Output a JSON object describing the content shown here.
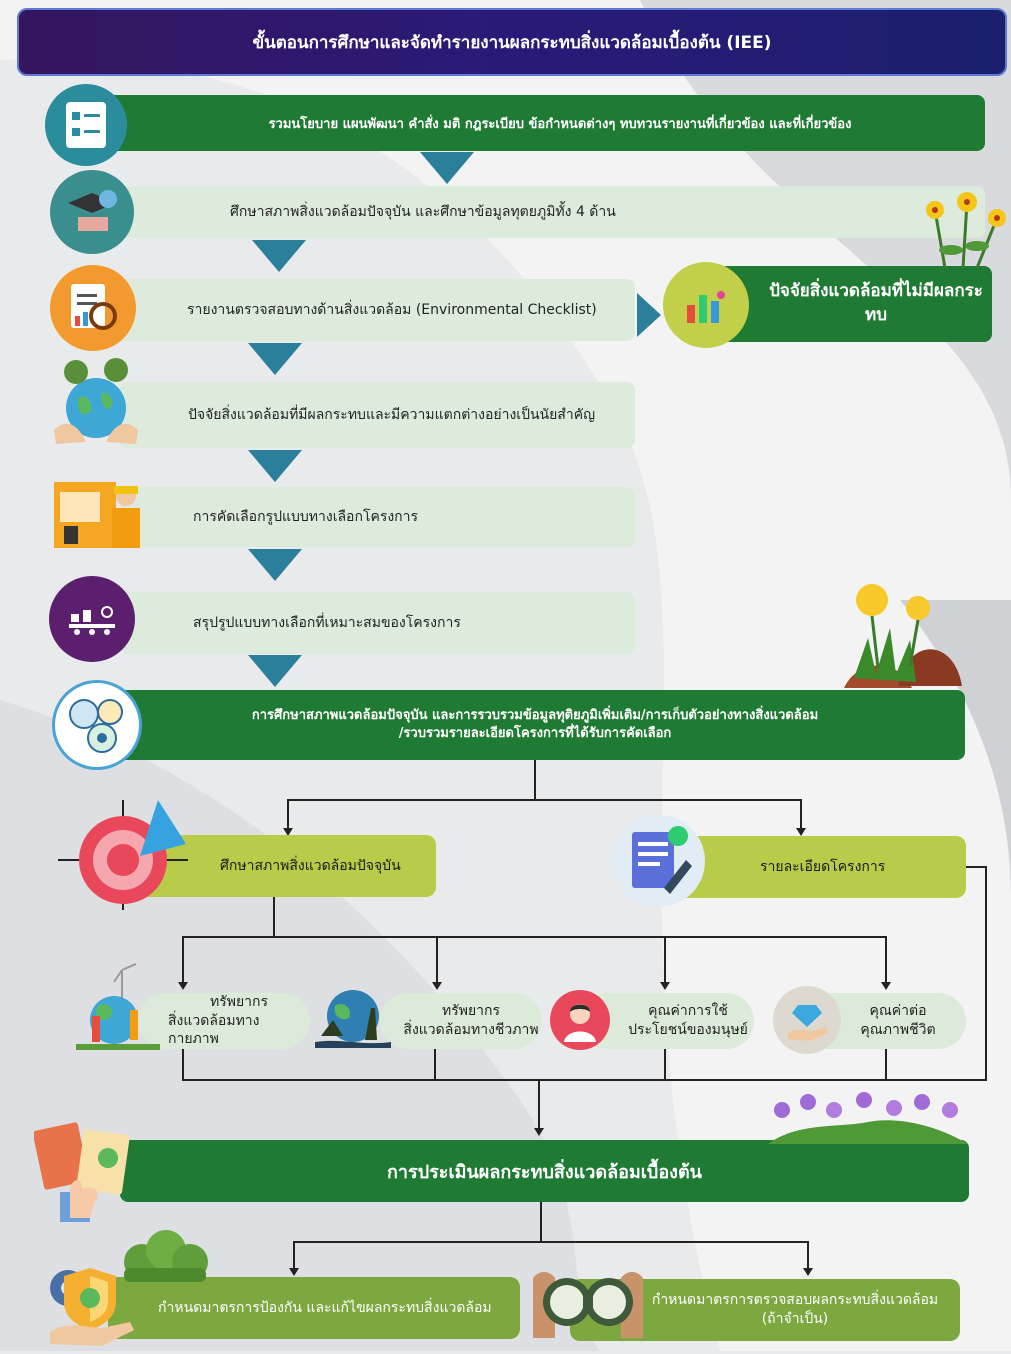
{
  "title": "ขั้นตอนการศึกษาและจัดทำรายงานผลกระทบสิ่งแวดล้อมเบื้องต้น (IEE)",
  "steps": {
    "s1": "รวมนโยบาย แผนพัฒนา คำสั่ง มติ กฎระเบียบ ข้อกำหนดต่างๆ ทบทวนรายงานที่เกี่ยวข้อง และที่เกี่ยวข้อง",
    "s2": "ศึกษาสภาพสิ่งแวดล้อมปัจจุบัน และศึกษาข้อมูลทุตยภูมิทั้ง 4 ด้าน",
    "s3": "รายงานตรวจสอบทางด้านสิ่งแวดล้อม (Environmental Checklist)",
    "s3_side": "ปัจจัยสิ่งแวดล้อมที่ไม่มีผลกระทบ",
    "s4": "ปัจจัยสิ่งแวดล้อมที่มีผลกระทบและมีความแตกต่างอย่างเป็นนัยสำคัญ",
    "s5": "การคัดเลือกรูปแบบทางเลือกโครงการ",
    "s6": "สรุปรูปแบบทางเลือกที่เหมาะสมของโครงการ",
    "s7_line1": "การศึกษาสภาพแวดล้อมปัจจุบัน และการรวบรวมข้อมูลทุติยภูมิเพิ่มเติม/การเก็บตัวอย่างทางสิ่งแวดล้อม",
    "s7_line2": "/รวบรวมรายละเอียดโครงการที่ได้รับการคัดเลือก",
    "branch_left": "ศึกษาสภาพสิ่งแวดล้อมปัจจุบัน",
    "branch_right": "รายละเอียดโครงการ"
  },
  "resources": [
    {
      "line1": "ทรัพยากร",
      "line2": "สิ่งแวดล้อมทางกายภาพ"
    },
    {
      "line1": "ทรัพยากร",
      "line2": "สิ่งแวดล้อมทางชีวภาพ"
    },
    {
      "line1": "คุณค่าการใช้",
      "line2": "ประโยชน์ของมนุษย์"
    },
    {
      "line1": "คุณค่าต่อ",
      "line2": "คุณภาพชีวิต"
    }
  ],
  "assessment": "การประเมินผลกระทบสิ่งแวดล้อมเบื้องต้น",
  "outcomes": {
    "left": "กำหนดมาตรการป้องกัน และแก้ไขผลกระทบสิ่งแวดล้อม",
    "right_line1": "กำหนดมาตรการตรวจสอบผลกระทบสิ่งแวดล้อม",
    "right_line2": "(ถ้าจำเป็น)"
  },
  "colors": {
    "title_bg": "#2a1a78",
    "dark_green": "#1f7a33",
    "light_green": "#dcebdc",
    "lime": "#b9cc49",
    "arrow_teal": "#2b7f9b"
  },
  "icons": [
    "checklist-icon",
    "graduation-books-icon",
    "clipboard-magnifier-icon",
    "globe-hands-icon",
    "engineer-blueprint-icon",
    "factory-conveyor-icon",
    "research-bubbles-icon",
    "target-icon",
    "document-pen-icon",
    "wind-turbine-people-icon",
    "wildlife-globe-icon",
    "person-avatar-icon",
    "hand-diamond-icon",
    "thumbs-up-documents-icon",
    "shield-gear-hand-icon",
    "binoculars-icon",
    "bar-chart-icon",
    "flower-icon",
    "bush-icon"
  ]
}
